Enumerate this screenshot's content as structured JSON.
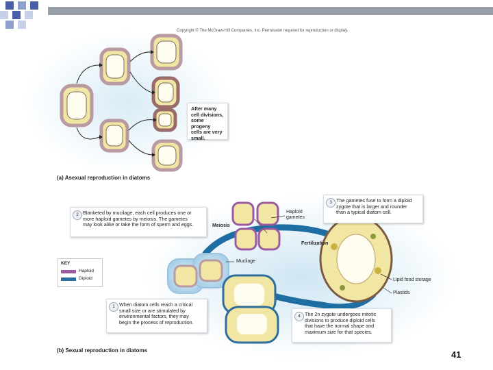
{
  "copyright": "Copyright © The McGraw-Hill Companies, Inc. Permission required for reproduction or display.",
  "part_a": {
    "caption": "(a) Asexual reproduction in diatoms",
    "note": [
      "After many",
      "cell divisions,",
      "some progeny",
      "cells are very",
      "small."
    ]
  },
  "part_b": {
    "caption": "(b) Sexual reproduction in diatoms",
    "steps": [
      {
        "num": "1",
        "lines": [
          "When diatom cells reach a critical",
          "small size or are stimulated by",
          "environmental factors, they may",
          "begin the process of reproduction."
        ]
      },
      {
        "num": "2",
        "lines": [
          "Blanketed by mucilage, each cell produces one or",
          "more haploid gametes by meiosis. The gametes",
          "may look alike or take the form of sperm and eggs."
        ]
      },
      {
        "num": "3",
        "lines": [
          "The gametes fuse to form a diploid",
          "zygote that is larger and rounder",
          "than a typical diatom cell."
        ]
      },
      {
        "num": "4",
        "lines": [
          "The 2n zygote undergoes mitotic",
          "divisions to produce diploid cells",
          "that have the normal shape and",
          "maximum size for that species."
        ]
      }
    ],
    "labels": {
      "meiosis": "Meiosis",
      "haploid_gametes": [
        "Haploid",
        "gametes"
      ],
      "fertilization": "Fertilization",
      "mucilage": "Mucilage",
      "lipid_food_storage": "Lipid food storage",
      "plastids": "Plastids"
    },
    "key": {
      "title": "KEY",
      "items": [
        {
          "label": "Haploid",
          "color": "#9a5aa0"
        },
        {
          "label": "Diploid",
          "color": "#2d6e9e"
        }
      ]
    }
  },
  "colors": {
    "title_bar": "#9aa0a8",
    "accent_square_blue": "#4a5fa8",
    "cycle_arrow": "#1f6ea3",
    "diatom_fill": "#f2e6a4",
    "diatom_shell": "#b89aa0"
  },
  "page_number": "41"
}
